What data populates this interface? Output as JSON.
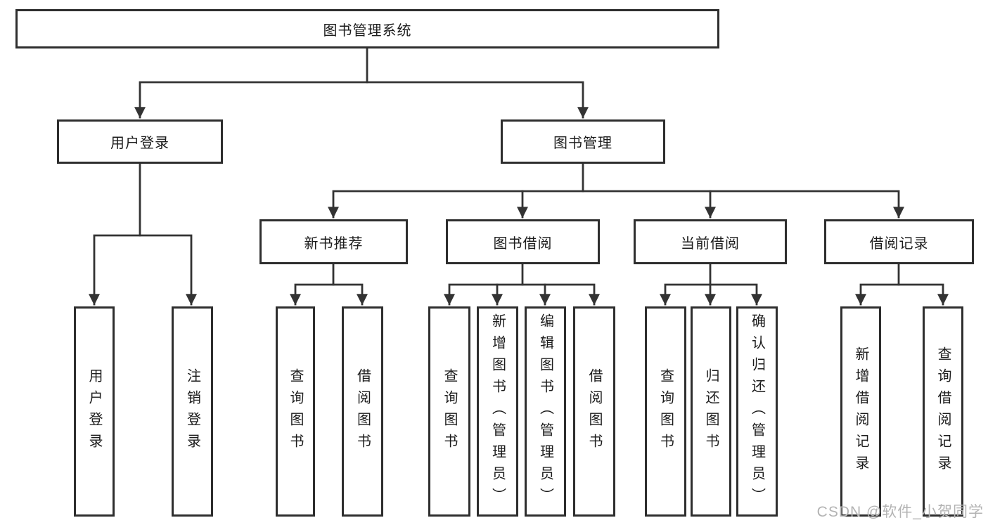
{
  "title": "图书管理系统",
  "watermark": "CSDN @软件_小贺同学",
  "colors": {
    "background": "#ffffff",
    "box_border": "#2e2e2e",
    "connector_line": "#333333",
    "text": "#1c1c1c",
    "watermark": "#b3b3b3"
  },
  "tree": {
    "label": "图书管理系统",
    "children": [
      {
        "label": "用户登录",
        "children": [
          {
            "label": "用户登录"
          },
          {
            "label": "注销登录"
          }
        ]
      },
      {
        "label": "图书管理",
        "children": [
          {
            "label": "新书推荐",
            "children": [
              {
                "label": "查询图书"
              },
              {
                "label": "借阅图书"
              }
            ]
          },
          {
            "label": "图书借阅",
            "children": [
              {
                "label": "查询图书"
              },
              {
                "label": "新增图书（管理员）"
              },
              {
                "label": "编辑图书（管理员）"
              },
              {
                "label": "借阅图书"
              }
            ]
          },
          {
            "label": "当前借阅",
            "children": [
              {
                "label": "查询图书"
              },
              {
                "label": "归还图书"
              },
              {
                "label": "确认归还（管理员）"
              }
            ]
          },
          {
            "label": "借阅记录",
            "children": [
              {
                "label": "新增借阅记录"
              },
              {
                "label": "查询借阅记录"
              }
            ]
          }
        ]
      }
    ]
  }
}
